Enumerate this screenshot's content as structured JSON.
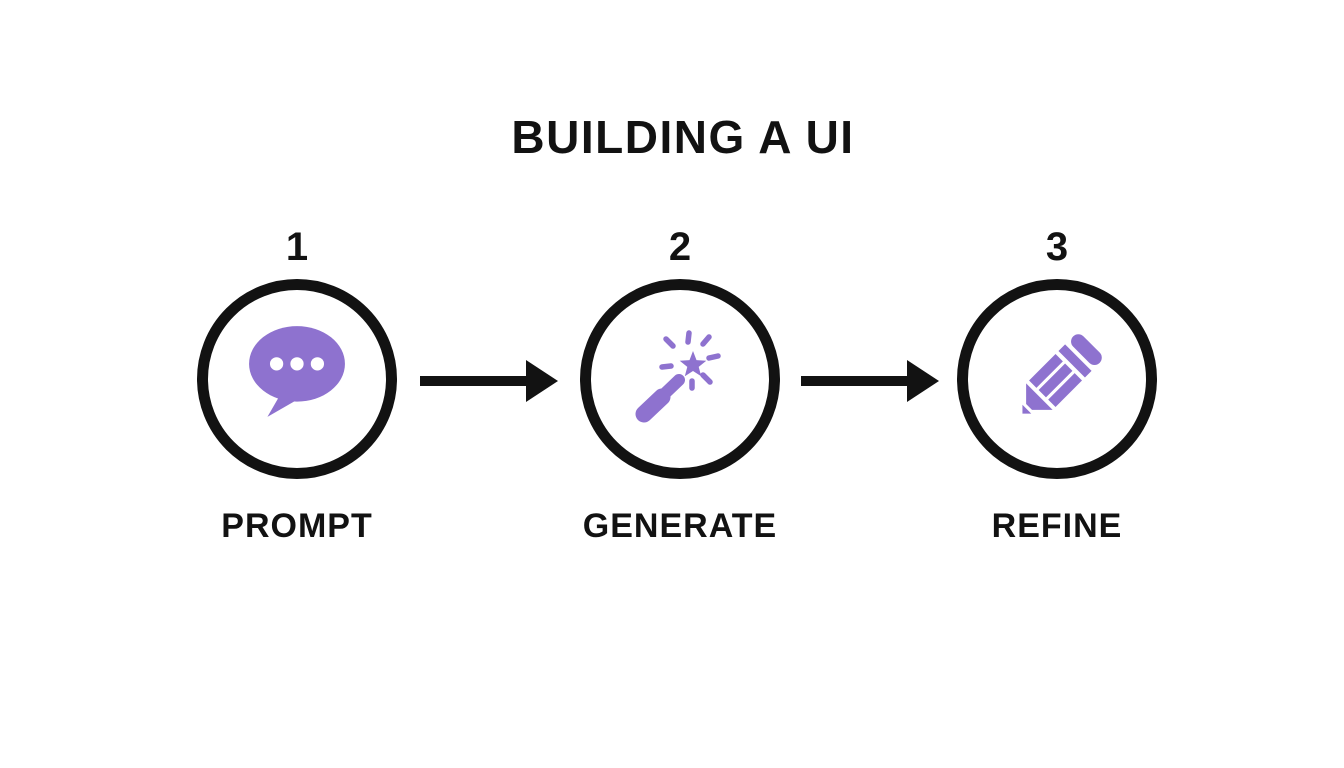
{
  "title": "BUILDING A UI",
  "colors": {
    "accent": "#8e72cf",
    "ink": "#121212",
    "background": "#ffffff"
  },
  "steps": [
    {
      "number": "1",
      "label": "PROMPT",
      "icon": "speech-bubble-icon"
    },
    {
      "number": "2",
      "label": "GENERATE",
      "icon": "magic-wand-icon"
    },
    {
      "number": "3",
      "label": "REFINE",
      "icon": "pencil-icon"
    }
  ],
  "connectors": [
    {
      "type": "arrow-right"
    },
    {
      "type": "arrow-right"
    }
  ]
}
